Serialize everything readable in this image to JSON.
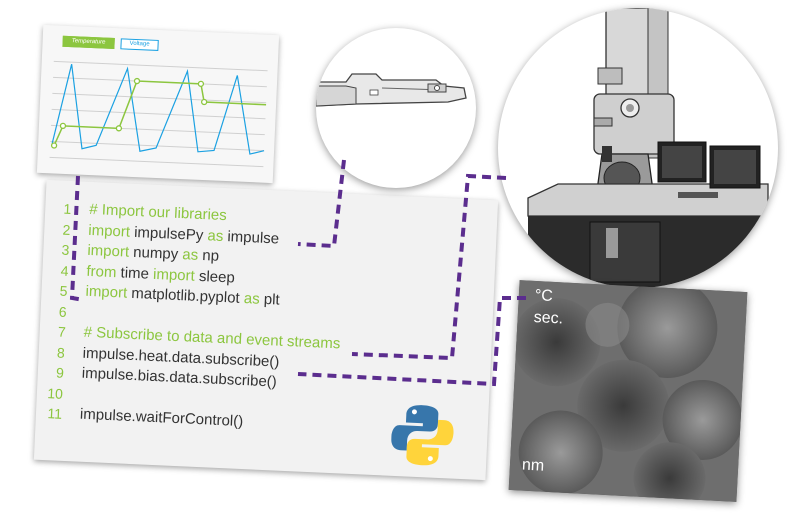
{
  "chart_panel": {
    "tabs": [
      "Temperature",
      "Voltage"
    ],
    "colors": {
      "temperature": "#8cc63f",
      "voltage": "#1ba1e2"
    }
  },
  "code_panel": {
    "line_numbers": [
      "1",
      "2",
      "3",
      "4",
      "5",
      "6",
      "7",
      "8",
      "9",
      "10",
      "11"
    ],
    "lines": [
      {
        "parts": [
          {
            "t": "# Import our libraries",
            "c": "cm"
          }
        ]
      },
      {
        "parts": [
          {
            "t": "import",
            "c": "kw"
          },
          {
            "t": " impulsePy ",
            "c": ""
          },
          {
            "t": "as",
            "c": "kw"
          },
          {
            "t": " impulse",
            "c": ""
          }
        ]
      },
      {
        "parts": [
          {
            "t": "import",
            "c": "kw"
          },
          {
            "t": " numpy ",
            "c": ""
          },
          {
            "t": "as",
            "c": "kw"
          },
          {
            "t": " np",
            "c": ""
          }
        ]
      },
      {
        "parts": [
          {
            "t": "from",
            "c": "kw"
          },
          {
            "t": " time ",
            "c": ""
          },
          {
            "t": "import",
            "c": "kw"
          },
          {
            "t": " sleep",
            "c": ""
          }
        ]
      },
      {
        "parts": [
          {
            "t": "import",
            "c": "kw"
          },
          {
            "t": " matplotlib.pyplot ",
            "c": ""
          },
          {
            "t": "as",
            "c": "kw"
          },
          {
            "t": " plt",
            "c": ""
          }
        ]
      },
      {
        "parts": []
      },
      {
        "parts": [
          {
            "t": "# Subscribe to data and event streams",
            "c": "cm"
          }
        ]
      },
      {
        "parts": [
          {
            "t": "impulse.heat.data.subscribe()",
            "c": ""
          }
        ]
      },
      {
        "parts": [
          {
            "t": "impulse.bias.data.subscribe()",
            "c": ""
          }
        ]
      },
      {
        "parts": []
      },
      {
        "parts": [
          {
            "t": "impulse.waitForControl()",
            "c": ""
          }
        ]
      }
    ],
    "logo": "python-logo-icon"
  },
  "tem_image": {
    "labels": [
      "°C",
      "sec.",
      "nm"
    ]
  },
  "connector_color": "#5b2d8e"
}
